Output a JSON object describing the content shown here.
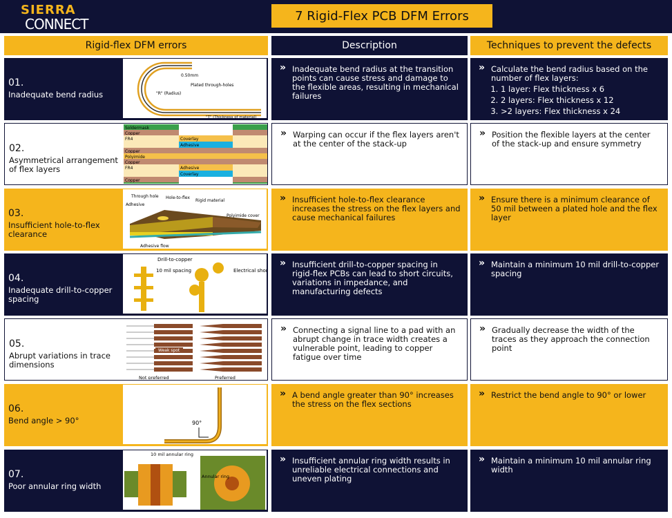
{
  "logo": {
    "line1": "SIERRA",
    "line2": "CONNECT"
  },
  "title": "7 Rigid-Flex PCB DFM Errors",
  "headers": [
    "Rigid-flex DFM errors",
    "Description",
    "Techniques to prevent the defects"
  ],
  "rows": [
    {
      "num": "01.",
      "label": "Inadequate bend radius",
      "desc": "Inadequate bend radius at the transition points can cause stress and damage to the flexible areas, resulting in mechanical failures",
      "tech": "Calculate the bend radius based on the number of flex layers:",
      "tech_list": [
        "1 layer: Flex thickness x 6",
        "2 layers: Flex thickness x 12",
        ">2 layers: Flex thickness x 24"
      ],
      "img_labels": [
        "0.50mm",
        "Plated through-holes",
        "\"R\" (Radius)",
        "\"T\" (Thickness of material)"
      ]
    },
    {
      "num": "02.",
      "label": "Asymmetrical arrangement of flex layers",
      "desc": "Warping can occur if the flex layers aren't at the center of the stack-up",
      "tech": "Position the flexible layers at the center of the stack-up and ensure symmetry",
      "img_labels": [
        "Soldermask",
        "Copper",
        "FR4",
        "Coverlay",
        "Adhesive",
        "Copper",
        "Polyimide",
        "Copper",
        "FR4",
        "Adhesive",
        "Coverlay",
        "Copper",
        "Soldermask"
      ]
    },
    {
      "num": "03.",
      "label": "Insufficient hole-to-flex clearance",
      "desc": "Insufficient hole-to-flex clearance increases the stress on the flex layers and cause mechanical failures",
      "tech": "Ensure there is a minimum clearance of 50 mil between a plated hole and the flex layer",
      "img_labels": [
        "Through hole",
        "Hole-to-flex",
        "Rigid material",
        "Adhesive",
        "Polyimide cover",
        "Adhesive flow"
      ]
    },
    {
      "num": "04.",
      "label": "Inadequate drill-to-copper spacing",
      "desc": "Insufficient drill-to-copper spacing in rigid-flex PCBs can lead to short circuits, variations in impedance, and manufacturing defects",
      "tech": "Maintain a minimum 10 mil drill-to-copper spacing",
      "img_labels": [
        "Drill-to-copper",
        "10 mil spacing",
        "Electrical short"
      ]
    },
    {
      "num": "05.",
      "label": "Abrupt variations in trace dimensions",
      "desc": "Connecting a signal line to a pad with an abrupt change in trace width creates a vulnerable point, leading to copper fatigue over time",
      "tech": "Gradually decrease the width of the traces as they approach the connection point",
      "img_labels": [
        "Weak spot",
        "Not preferred",
        "Preferred"
      ]
    },
    {
      "num": "06.",
      "label": "Bend angle > 90°",
      "desc": "A bend angle greater than 90° increases the stress on the flex sections",
      "tech": "Restrict the bend angle to 90° or lower",
      "img_labels": [
        "90°"
      ]
    },
    {
      "num": "07.",
      "label": "Poor annular ring width",
      "desc": "Insufficient annular ring width results in unreliable electrical connections and uneven plating",
      "tech": "Maintain a minimum 10 mil annular ring width",
      "img_labels": [
        "10 mil annular ring",
        "Annular ring"
      ]
    }
  ],
  "colors": {
    "navy": "#0f1235",
    "yellow": "#f5b51c"
  }
}
